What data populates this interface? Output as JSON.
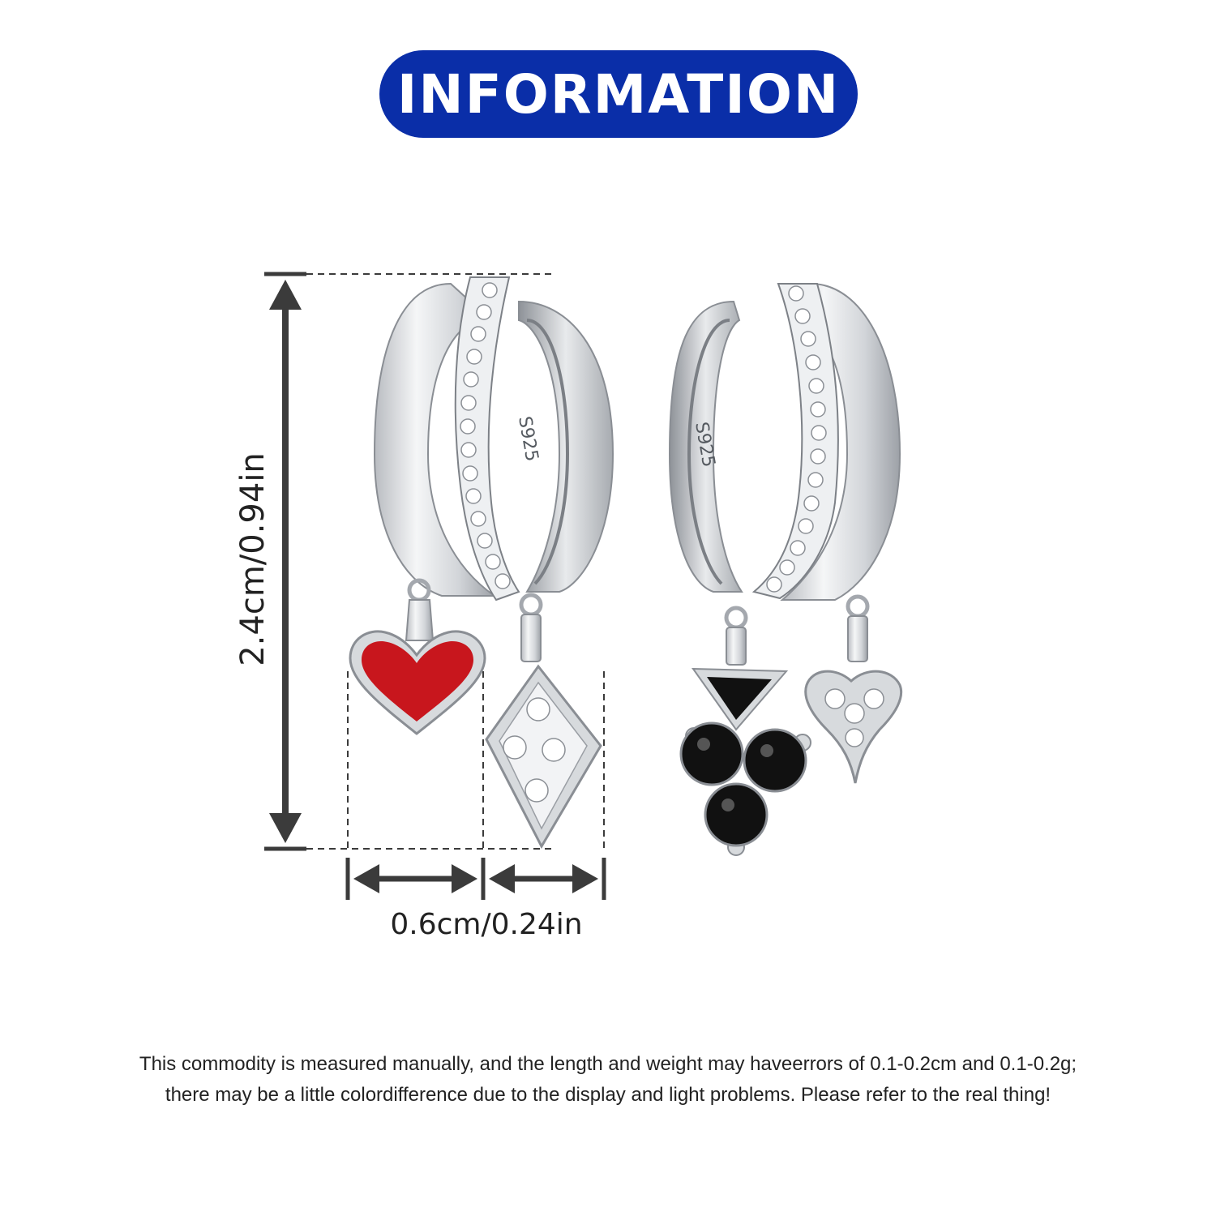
{
  "header": {
    "title": "INFORMATION"
  },
  "dimensions": {
    "height_label": "2.4cm/0.94in",
    "width_label": "0.6cm/0.24in"
  },
  "product": {
    "stamp_left": "S925",
    "stamp_right": "S925"
  },
  "disclaimer": {
    "line1": "This commodity is measured manually, and the length and weight may haveerrors of 0.1-0.2cm and 0.1-0.2g;",
    "line2": "there may be a little colordifference due to the display and light problems. Please refer to the real thing!"
  },
  "colors": {
    "title_bg": "#0a2ea8",
    "heart_enamel": "#c8161d",
    "silver": "#d9dbde",
    "black_stone": "#111111"
  }
}
